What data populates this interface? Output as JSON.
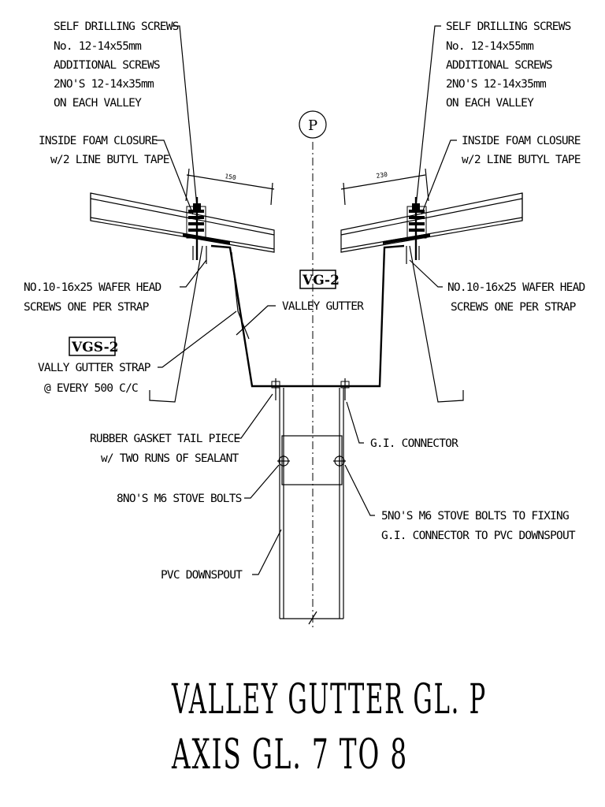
{
  "grid_bubble": "P",
  "labels": {
    "screws_left": [
      "SELF DRILLING SCREWS",
      "No. 12-14x55mm",
      "ADDITIONAL SCREWS",
      "2NO'S 12-14x35mm",
      "ON EACH VALLEY"
    ],
    "screws_right": [
      "SELF DRILLING SCREWS",
      "No. 12-14x55mm",
      "ADDITIONAL SCREWS",
      "2NO'S 12-14x35mm",
      "ON EACH VALLEY"
    ],
    "foam_left": [
      "INSIDE FOAM CLOSURE",
      "w/2 LINE BUTYL TAPE"
    ],
    "foam_right": [
      "INSIDE FOAM CLOSURE",
      "w/2 LINE BUTYL TAPE"
    ],
    "dim_left": "150",
    "dim_right": "230",
    "wafer_left": [
      "NO.10-16x25 WAFER HEAD",
      "SCREWS ONE PER STRAP"
    ],
    "wafer_right": [
      "NO.10-16x25 WAFER HEAD",
      "SCREWS ONE PER STRAP"
    ],
    "vg_tag": "VG-2",
    "vg_text": "VALLEY GUTTER",
    "vgs_tag": "VGS-2",
    "vgs_text": [
      "VALLY GUTTER STRAP",
      "@ EVERY 500 C/C"
    ],
    "gasket": [
      "RUBBER GASKET TAIL PIECE",
      "w/ TWO RUNS OF SEALANT"
    ],
    "gi_connector": "G.I. CONNECTOR",
    "stove_bolts": "8NO'S M6 STOVE BOLTS",
    "stove_bolts_fixing": [
      "5NO'S M6 STOVE BOLTS TO FIXING",
      "G.I. CONNECTOR TO PVC DOWNSPOUT"
    ],
    "downspout": "PVC DOWNSPOUT"
  },
  "title": {
    "line1": "VALLEY GUTTER GL. P",
    "line2": "AXIS GL. 7 TO 8"
  }
}
